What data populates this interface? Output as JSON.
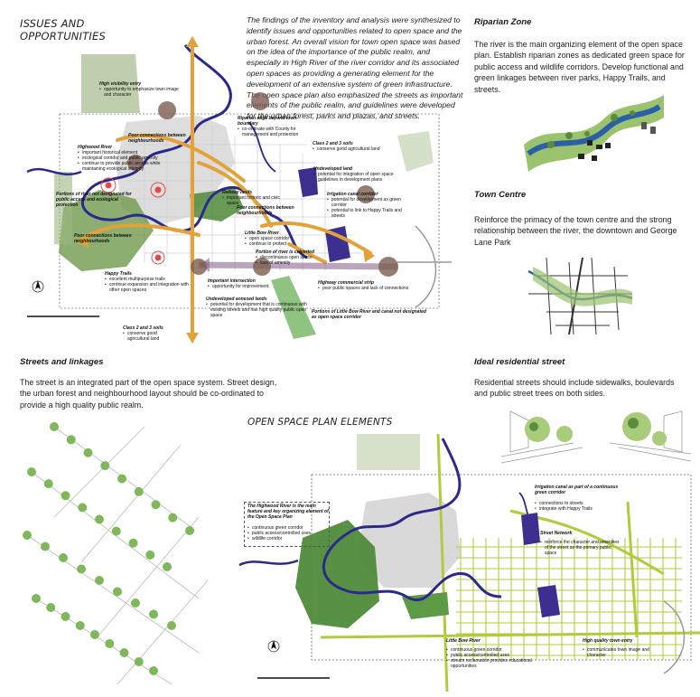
{
  "issues": {
    "title_line1": "ISSUES AND",
    "title_line2": "OPPORTUNITIES",
    "intro": "The findings of the inventory and analysis were synthesized to identify issues and opportunities related to open space and the urban forest. An overall vision for town open space was based on the idea of the importance of the public realm, and especially in High River of the river corridor and its associated open spaces as providing a generating element for the development of an extensive system of green infrastructure. The open space plan also emphasized the streets as important elements of the public realm, and guidelines were developed for the urban forest, parks and plazas, and streets.",
    "labels": {
      "high_visibility": {
        "title": "High visibility entry",
        "items": [
          "opportunity to emphasize town image and character"
        ]
      },
      "highwood": {
        "title": "Highwood River",
        "items": [
          "important historical element",
          "ecological corridor and public amenity",
          "continue to provide public access while maintaining ecological integrity"
        ]
      },
      "poor_conn_1": {
        "title": "Poor connections between neighbourhoods",
        "items": []
      },
      "portions_river": {
        "title": "Portions of river not designated for public access and ecological protection",
        "items": []
      },
      "poor_conn_2": {
        "title": "Poor connections between neighbourhoods",
        "items": []
      },
      "riparian_beyond": {
        "title": "Riparian edge beyond town boundary",
        "items": [
          "co-ordinate with County for management and protection"
        ]
      },
      "class23_top": {
        "title": "Class 2 and 3 soils",
        "items": [
          "conserve good agricultural land"
        ]
      },
      "undeveloped": {
        "title": "Undeveloped land",
        "items": [
          "potential for integration of open space guidelines in development plans"
        ]
      },
      "railway": {
        "title": "Railway lands",
        "items": [
          "important historic and civic space"
        ]
      },
      "poor_conn_3": {
        "title": "Poor connections between neighbourhoods",
        "items": []
      },
      "irrigation": {
        "title": "Irrigation canal corridor",
        "items": [
          "potential for development as green corridor",
          "potential to link to Happy Trails and streets"
        ]
      },
      "little_bow": {
        "title": "Little Bow River",
        "items": [
          "open space corridor",
          "continue to protect"
        ]
      },
      "culverted": {
        "title": "Portion of river is culverted",
        "items": [
          "discontinuous open space",
          "loss of amenity"
        ]
      },
      "happy_trails": {
        "title": "Happy Trails",
        "items": [
          "excellent multipurpose trails",
          "continue expansion and integration with other open spaces"
        ]
      },
      "intersection": {
        "title": "Important intersection",
        "items": [
          "opportunity for improvement"
        ]
      },
      "annexed": {
        "title": "Undeveloped annexed lands",
        "items": [
          "potential for development that is continuous with existing streets and has high quality public open space"
        ]
      },
      "highway_strip": {
        "title": "Highway commercial strip",
        "items": [
          "poor public spaces and lack of connections"
        ]
      },
      "lbr_canal": {
        "title": "Portions of Little Bow River and canal not designated as open space corridor",
        "items": []
      },
      "class23_bottom": {
        "title": "Class 2 and 3 soils",
        "items": [
          "conserve good agricultural land"
        ]
      }
    }
  },
  "riparian": {
    "title": "Riparian Zone",
    "body": "The river is the main organizing element of the open space plan. Establish riparian zones as dedicated green space for public access and wildlife corridors. Develop functional and green linkages between river parks, Happy Trails, and streets."
  },
  "town_centre": {
    "title": "Town Centre",
    "body": "Reinforce the primacy of the town centre and the strong relationship between the river, the downtown and George Lane Park"
  },
  "streets": {
    "title": "Streets and linkages",
    "body": "The street is an integrated part of the open space system. Street design, the urban forest and neighbourhood layout should be co-ordinated to provide a high quality public realm."
  },
  "residential": {
    "title": "Ideal residential street",
    "body": "Residential streets should include sidewalks, boulevards and public street trees on both sides."
  },
  "plan": {
    "title": "OPEN SPACE PLAN ELEMENTS",
    "labels": {
      "highwood": {
        "title": "The Highwood River is the main feature and key organizing element of the Open Space Plan",
        "items": [
          "continuous green corridor",
          "public access/controlled uses",
          "wildlife corridor"
        ]
      },
      "irrigation": {
        "title": "Irrigation canal as part of a continuous green corridor",
        "items": [
          "connections to streets",
          "integrate with Happy Trails"
        ]
      },
      "street_network": {
        "title": "Street Network",
        "items": [
          "reinforce the character and amenities of the street as the primary public space"
        ]
      },
      "little_bow": {
        "title": "Little Bow River",
        "items": [
          "continuous green corridor",
          "public access/controlled uses",
          "stream reclamation provides educational opportunities"
        ]
      },
      "town_entry": {
        "title": "High quality town entry",
        "items": [
          "communicates town image and character"
        ]
      }
    }
  },
  "colors": {
    "river": "#2b2a8c",
    "green": "#7fa05a",
    "orange": "#e3a13a",
    "brown": "#7a5c4f",
    "lime": "#b5c93c",
    "red": "#e04a4a"
  }
}
